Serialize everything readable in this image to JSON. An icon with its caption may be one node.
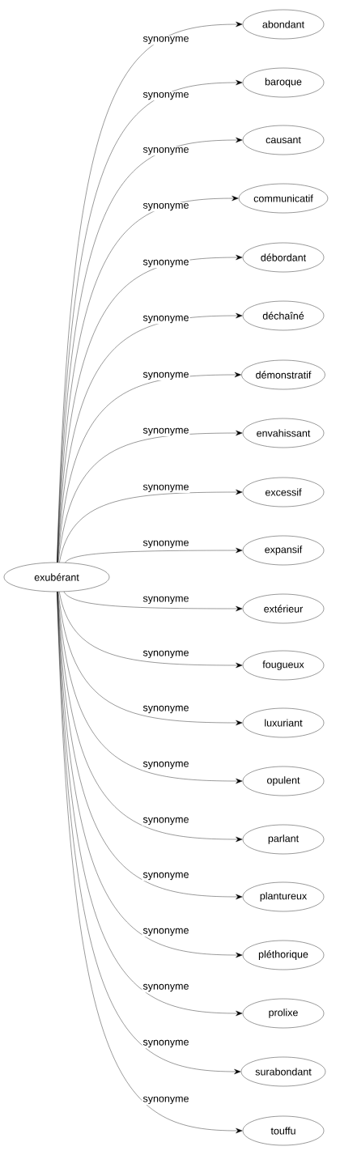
{
  "diagram": {
    "nodes": [
      {
        "text": [
          "exubérant"
        ]
      },
      {
        "text": [
          "abondant"
        ]
      },
      {
        "text": [
          "baroque"
        ]
      },
      {
        "text": [
          "causant"
        ]
      },
      {
        "text": [
          "communicatif"
        ]
      },
      {
        "text": [
          "débordant"
        ]
      },
      {
        "text": [
          "déchaîné"
        ]
      },
      {
        "text": [
          "démonstratif"
        ]
      },
      {
        "text": [
          "envahissant"
        ]
      },
      {
        "text": [
          "excessif"
        ]
      },
      {
        "text": [
          "expansif"
        ]
      },
      {
        "text": [
          "extérieur"
        ]
      },
      {
        "text": [
          "fougueux"
        ]
      },
      {
        "text": [
          "luxuriant"
        ]
      },
      {
        "text": [
          "opulent"
        ]
      },
      {
        "text": [
          "parlant"
        ]
      },
      {
        "text": [
          "plantureux"
        ]
      },
      {
        "text": [
          "pléthorique"
        ]
      },
      {
        "text": [
          "prolixe"
        ]
      },
      {
        "text": [
          "surabondant"
        ]
      },
      {
        "text": [
          "touffu"
        ]
      }
    ],
    "edges": [
      {
        "from": 0,
        "to": 1,
        "label": "synonyme",
        "arrow": "to"
      },
      {
        "from": 0,
        "to": 2,
        "label": "synonyme",
        "arrow": "to"
      },
      {
        "from": 0,
        "to": 3,
        "label": "synonyme",
        "arrow": "to"
      },
      {
        "from": 0,
        "to": 4,
        "label": "synonyme",
        "arrow": "to"
      },
      {
        "from": 0,
        "to": 5,
        "label": "synonyme",
        "arrow": "to"
      },
      {
        "from": 0,
        "to": 6,
        "label": "synonyme",
        "arrow": "to"
      },
      {
        "from": 0,
        "to": 7,
        "label": "synonyme",
        "arrow": "to"
      },
      {
        "from": 0,
        "to": 8,
        "label": "synonyme",
        "arrow": "to"
      },
      {
        "from": 0,
        "to": 9,
        "label": "synonyme",
        "arrow": "to"
      },
      {
        "from": 0,
        "to": 10,
        "label": "synonyme",
        "arrow": "to"
      },
      {
        "from": 0,
        "to": 11,
        "label": "synonyme",
        "arrow": "to"
      },
      {
        "from": 0,
        "to": 12,
        "label": "synonyme",
        "arrow": "to"
      },
      {
        "from": 0,
        "to": 13,
        "label": "synonyme",
        "arrow": "to"
      },
      {
        "from": 0,
        "to": 14,
        "label": "synonyme",
        "arrow": "to"
      },
      {
        "from": 0,
        "to": 15,
        "label": "synonyme",
        "arrow": "to"
      },
      {
        "from": 0,
        "to": 16,
        "label": "synonyme",
        "arrow": "to"
      },
      {
        "from": 0,
        "to": 17,
        "label": "synonyme",
        "arrow": "to"
      },
      {
        "from": 0,
        "to": 18,
        "label": "synonyme",
        "arrow": "to"
      },
      {
        "from": 0,
        "to": 19,
        "label": "synonyme",
        "arrow": "to"
      },
      {
        "from": 0,
        "to": 20,
        "label": "synonyme",
        "arrow": "to"
      }
    ]
  }
}
